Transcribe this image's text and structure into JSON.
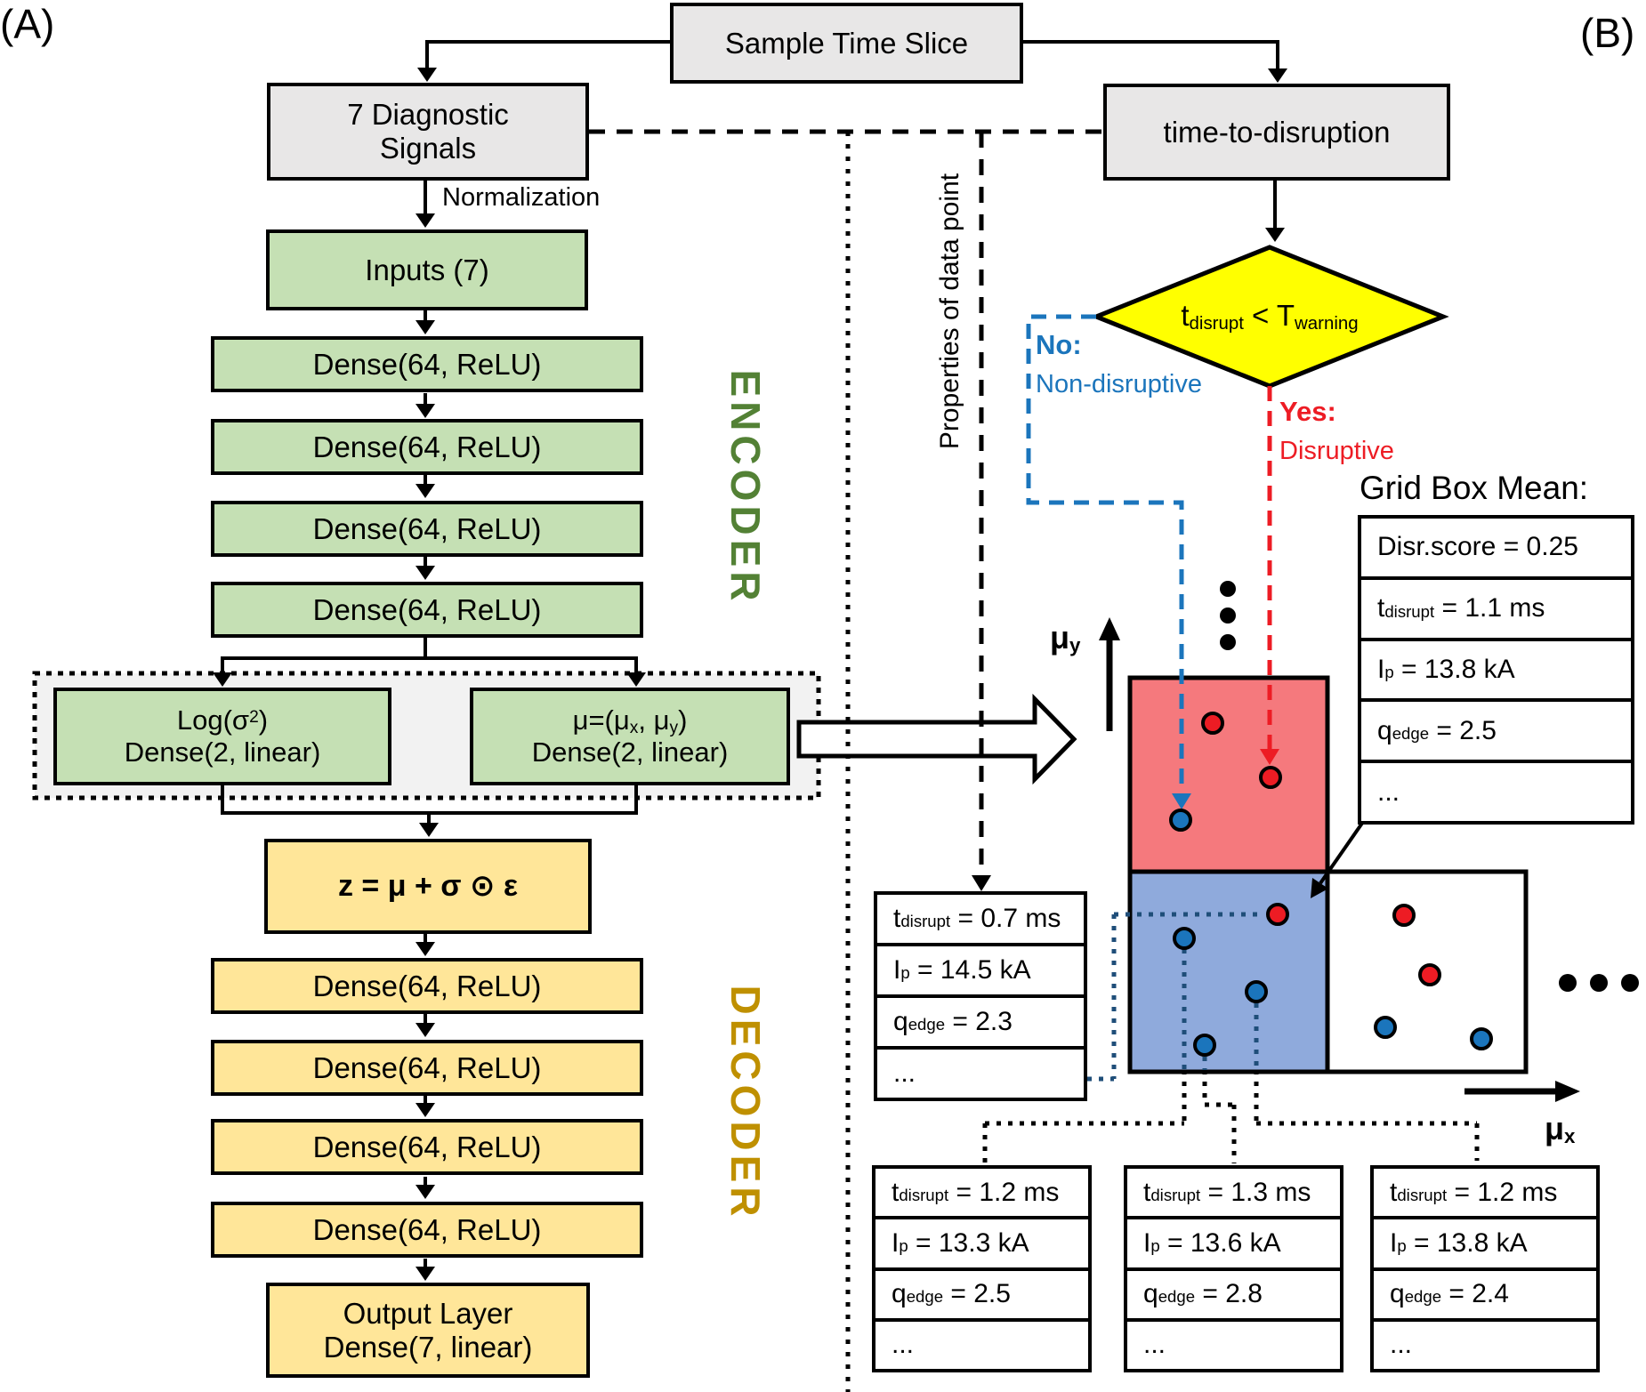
{
  "panel_labels": {
    "a": "(A)",
    "b": "(B)"
  },
  "colors": {
    "green_box": "#c5e0b4",
    "yellow_box": "#ffe699",
    "gray_box": "#e8e7e7",
    "diamond_yellow": "#ffff00",
    "red_cell": "#f5797d",
    "blue_cell": "#8faadc",
    "red_accent": "#ed1c24",
    "blue_accent": "#1b75bc",
    "navy_dotted": "#1f4e79",
    "encoder_green": "#538135",
    "decoder_gold": "#bf9000"
  },
  "flow": {
    "sample": "Sample Time Slice",
    "diagnostic_line1": "7 Diagnostic",
    "diagnostic_line2": "Signals",
    "normalization": "Normalization",
    "inputs": "Inputs (7)",
    "dense_relu": "Dense(64, ReLU)",
    "encoder": "ENCODER",
    "decoder": "DECODER",
    "log_pre": "Log(σ",
    "log_sup": "2",
    "log_post": ")",
    "dense2_linear": "Dense(2, linear)",
    "mu_pre": "μ=(μ",
    "mu_sub_x": "x",
    "mu_mid": ", μ",
    "mu_sub_y": "y",
    "mu_post": ")",
    "z_formula": "z = μ + σ ⊙ ε",
    "output_line1": "Output Layer",
    "output_line2": "Dense(7, linear)"
  },
  "panel_b": {
    "tdis": "time-to-disruption",
    "diamond": {
      "base": "t",
      "sub": "disrupt",
      "mid": " < T",
      "sub2": "warning"
    },
    "no": "No:",
    "no_detail": "Non-disruptive",
    "yes": "Yes:",
    "yes_detail": "Disruptive",
    "properties": "Properties of data point",
    "mu_y_base": "μ",
    "mu_y_sub": "y",
    "mu_x_base": "μ",
    "mu_x_sub": "x",
    "grid_mean": {
      "title": "Grid Box Mean:",
      "rows": [
        {
          "text": "Disr.score = 0.25"
        },
        {
          "base": "t",
          "sub": "disrupt",
          "rest": " = 1.1 ms"
        },
        {
          "base": "I",
          "sub": "p",
          "rest": " = 13.8 kA"
        },
        {
          "base": "q",
          "sub": "edge",
          "rest": " = 2.5"
        },
        {
          "text": "..."
        }
      ]
    },
    "left_table": {
      "rows": [
        {
          "base": "t",
          "sub": "disrupt",
          "rest": " = 0.7 ms"
        },
        {
          "base": "I",
          "sub": "p",
          "rest": " = 14.5 kA"
        },
        {
          "base": "q",
          "sub": "edge",
          "rest": " = 2.3"
        },
        {
          "text": "..."
        }
      ]
    },
    "bottom_tables": [
      {
        "rows": [
          {
            "base": "t",
            "sub": "disrupt",
            "rest": " = 1.2 ms"
          },
          {
            "base": "I",
            "sub": "p",
            "rest": " = 13.3 kA"
          },
          {
            "base": "q",
            "sub": "edge",
            "rest": " = 2.5"
          },
          {
            "text": "..."
          }
        ]
      },
      {
        "rows": [
          {
            "base": "t",
            "sub": "disrupt",
            "rest": " = 1.3 ms"
          },
          {
            "base": "I",
            "sub": "p",
            "rest": " = 13.6 kA"
          },
          {
            "base": "q",
            "sub": "edge",
            "rest": " = 2.8"
          },
          {
            "text": "..."
          }
        ]
      },
      {
        "rows": [
          {
            "base": "t",
            "sub": "disrupt",
            "rest": " = 1.2 ms"
          },
          {
            "base": "I",
            "sub": "p",
            "rest": " = 13.8 kA"
          },
          {
            "base": "q",
            "sub": "edge",
            "rest": " = 2.4"
          },
          {
            "text": "..."
          }
        ]
      }
    ]
  }
}
